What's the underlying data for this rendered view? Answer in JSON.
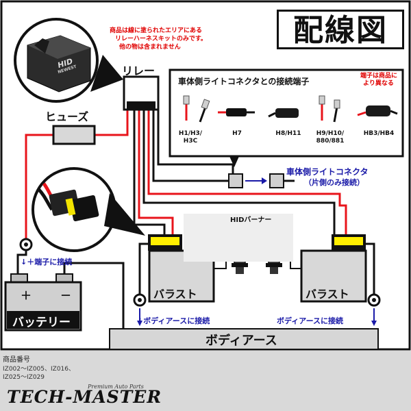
{
  "title": "配線図",
  "notice": {
    "line1": "商品は線に塗られたエリアにある",
    "line2": "リレーハーネスキットのみです。",
    "line3": "他の物は含まれません"
  },
  "relay": {
    "label": "リレー",
    "module_text_big": "HID",
    "module_text_small": "NEWEST"
  },
  "fuse_label": "ヒューズ",
  "connector_box": {
    "title": "車体側ライトコネクタとの接続端子",
    "note_line1": "端子は商品に",
    "note_line2": "より異なる",
    "types": [
      {
        "line1": "H1/H3/",
        "line2": "H3C"
      },
      {
        "line1": "H7",
        "line2": ""
      },
      {
        "line1": "H8/H11",
        "line2": ""
      },
      {
        "line1": "H9/H10/",
        "line2": "880/881"
      },
      {
        "line1": "HB3/HB4",
        "line2": ""
      }
    ]
  },
  "vehicle_connector": {
    "line1": "車体側ライトコネクタ",
    "line2": "（片側のみ接続）"
  },
  "hid_burner_label": "HIDバーナー",
  "ballast_left": "バラスト",
  "ballast_right": "バラスト",
  "battery": {
    "plus_terminal": "＋端子に接続",
    "label": "バッテリー",
    "plus_sign": "＋",
    "minus_sign": "－"
  },
  "body_earth": {
    "label": "ボディアース",
    "connect_left": "ボディアースに接続",
    "connect_right": "ボディアースに接続"
  },
  "footer": {
    "product_number_label": "商品番号",
    "line1": "IZ002～IZ005、IZ016、",
    "line2": "IZ025～IZ029",
    "brand": "TECH-MASTER",
    "brand_sub": "Premium Auto Parts"
  },
  "colors": {
    "wire_red": "#e8141b",
    "wire_black": "#111111",
    "bulb_yellow": "#ffee00",
    "label_blue": "#1a1aa8",
    "notice_red": "#e00000"
  }
}
